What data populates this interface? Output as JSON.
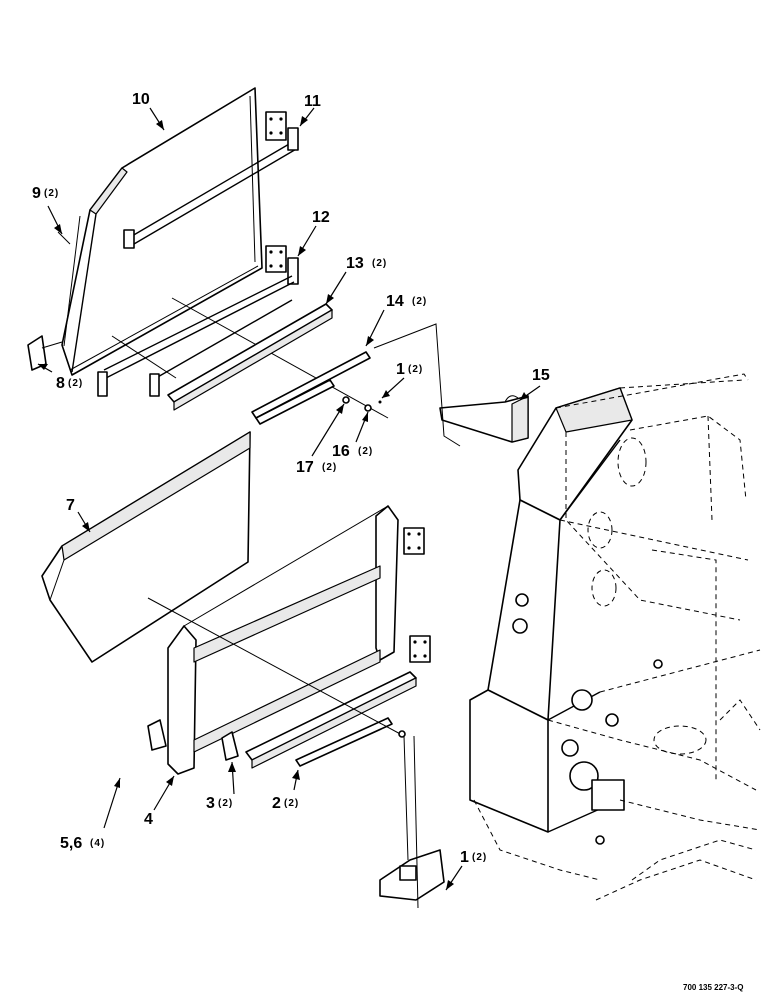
{
  "callouts": [
    {
      "id": "c10",
      "num": "10",
      "qty": ""
    },
    {
      "id": "c11",
      "num": "11",
      "qty": ""
    },
    {
      "id": "c9",
      "num": "9",
      "qty": "(2)"
    },
    {
      "id": "c12",
      "num": "12",
      "qty": ""
    },
    {
      "id": "c13",
      "num": "13",
      "qty": "(2)"
    },
    {
      "id": "c14",
      "num": "14",
      "qty": "(2)"
    },
    {
      "id": "c1a",
      "num": "1",
      "qty": "(2)"
    },
    {
      "id": "c15",
      "num": "15",
      "qty": ""
    },
    {
      "id": "c8",
      "num": "8",
      "qty": "(2)"
    },
    {
      "id": "c16",
      "num": "16",
      "qty": "(2)"
    },
    {
      "id": "c17",
      "num": "17",
      "qty": "(2)"
    },
    {
      "id": "c7",
      "num": "7",
      "qty": ""
    },
    {
      "id": "c4",
      "num": "4",
      "qty": ""
    },
    {
      "id": "c3",
      "num": "3",
      "qty": "(2)"
    },
    {
      "id": "c2",
      "num": "2",
      "qty": "(2)"
    },
    {
      "id": "c56",
      "num": "5,6",
      "qty": "(4)"
    },
    {
      "id": "c1b",
      "num": "1",
      "qty": "(2)"
    }
  ],
  "part_number": "700 135 227-3-Q"
}
